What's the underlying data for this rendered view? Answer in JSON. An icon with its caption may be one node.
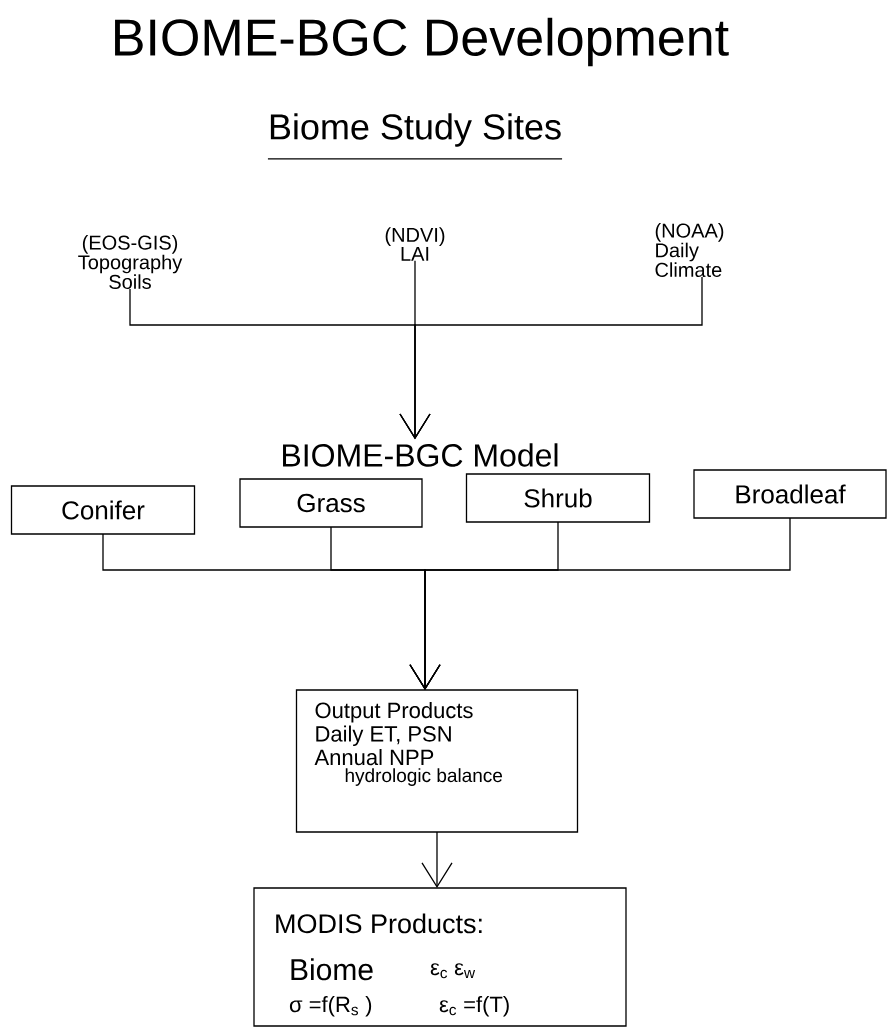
{
  "diagram": {
    "title": "BIOME-BGC Development",
    "nodes": [
      {
        "text": [
          "(EOS-GIS)",
          "Topography Soils"
        ]
      },
      {
        "text": [
          "(NDVI)",
          "LAI"
        ]
      },
      {
        "text": [
          "(NOAA)",
          "Daily Climate"
        ]
      },
      {
        "text": [
          "BIOME-BGC Model"
        ]
      },
      {
        "text": [
          "Conifer"
        ]
      },
      {
        "text": [
          "Grass"
        ]
      },
      {
        "text": [
          "Shrub"
        ]
      },
      {
        "text": [
          "Broadleaf"
        ]
      },
      {
        "text": [
          "Output Products",
          "Daily ET, PSN",
          "Annual NPP",
          "hydrologic balance"
        ]
      },
      {
        "text": [
          "MODIS Products:",
          "Biome",
          "ε$_{c}$ ε$_{w}$",
          "σ =f(R$_{s}$ )",
          "ε$_{c}$ =f(T)"
        ]
      }
    ],
    "edges": [
      {
        "from": 0,
        "to": 3,
        "arrow": "to"
      },
      {
        "from": 1,
        "to": 3,
        "arrow": "to"
      },
      {
        "from": 2,
        "to": 3,
        "arrow": "to"
      },
      {
        "from": 4,
        "to": 8,
        "arrow": "to"
      },
      {
        "from": 5,
        "to": 8,
        "arrow": "to"
      },
      {
        "from": 6,
        "to": 8,
        "arrow": "to"
      },
      {
        "from": 7,
        "to": 8,
        "arrow": "to"
      },
      {
        "from": 8,
        "to": 9,
        "arrow": "to"
      }
    ],
    "labels": [
      "Biome Study Sites"
    ]
  }
}
